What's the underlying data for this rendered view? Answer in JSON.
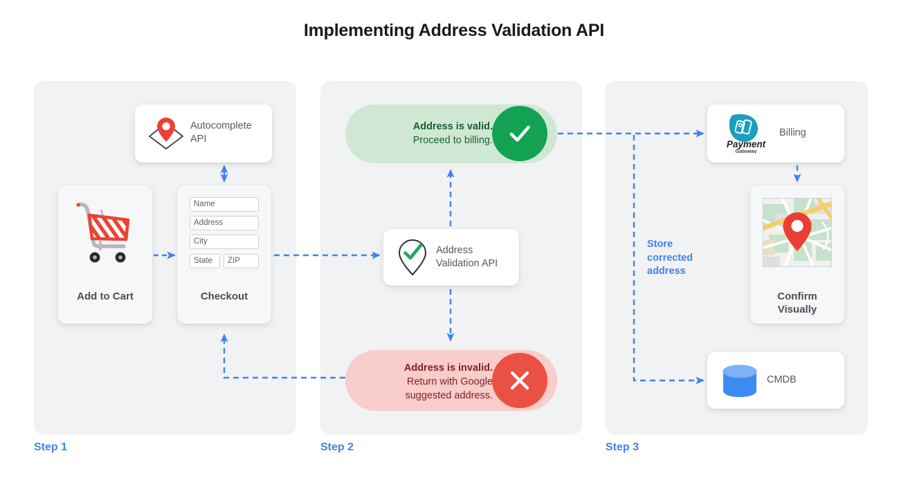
{
  "page": {
    "title": "Implementing Address Validation API",
    "accent_blue": "#3d82f2",
    "valid_green": "#13a254",
    "invalid_red": "#eb5044",
    "panel_bg": "#f1f2f3"
  },
  "steps": [
    {
      "label": "Step 1"
    },
    {
      "label": "Step 2"
    },
    {
      "label": "Step 3"
    }
  ],
  "step1": {
    "autocomplete": {
      "line1": "Autocomplete",
      "line2": "API",
      "icon": "map-pin-diamond-icon"
    },
    "cart": {
      "caption": "Add to Cart",
      "icon": "shopping-cart-icon"
    },
    "checkout": {
      "caption": "Checkout",
      "fields": [
        {
          "name": "name-field",
          "value": "Name"
        },
        {
          "name": "address-field",
          "value": "Address"
        },
        {
          "name": "city-field",
          "value": "City"
        },
        {
          "name": "state-field",
          "value": "State"
        },
        {
          "name": "zip-field",
          "value": "ZIP"
        }
      ]
    }
  },
  "step2": {
    "valid": {
      "headline": "Address is valid.",
      "detail": "Proceed to billing.",
      "badge_icon": "check-icon"
    },
    "invalid": {
      "headline": "Address is invalid.",
      "detail_line1": "Return with Google",
      "detail_line2": "suggested address.",
      "badge_icon": "close-icon"
    },
    "validation_api": {
      "line1": "Address",
      "line2": "Validation API",
      "icon": "map-pin-check-icon"
    }
  },
  "step3": {
    "billing": {
      "label": "Billing",
      "logo_primary": "Payment",
      "logo_secondary": "Gateway",
      "icon": "payment-gateway-logo"
    },
    "confirm": {
      "caption_line1": "Confirm",
      "caption_line2": "Visually",
      "icon": "map-thumbnail-icon"
    },
    "cmdb": {
      "label": "CMDB",
      "icon": "database-icon"
    },
    "store_note_line1": "Store",
    "store_note_line2": "corrected",
    "store_note_line3": "address"
  }
}
